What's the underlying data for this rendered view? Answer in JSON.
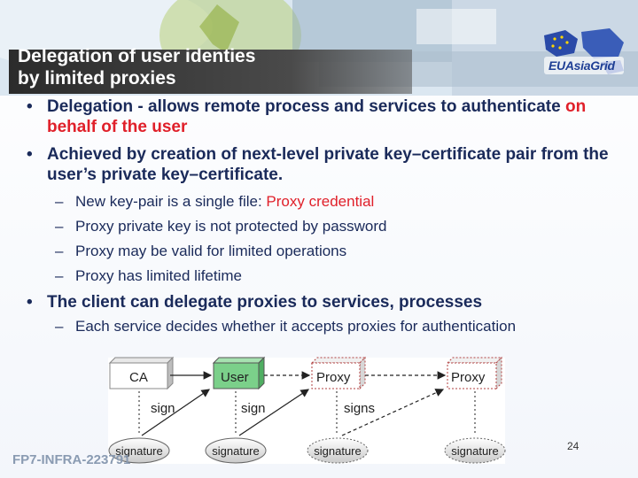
{
  "slide": {
    "title": "Delegation of user identies\nby limited proxies",
    "logo_text": "EUAsiaGrid",
    "bullets": [
      {
        "pre": "Delegation - allows remote process and services to authenticate ",
        "hl": "on behalf of the user"
      },
      {
        "text": "Achieved by creation of next-level private key–certificate pair from the user’s private key–certificate."
      },
      {
        "text": "The client can delegate proxies to services, processes"
      }
    ],
    "sub1": [
      {
        "pre": "New key-pair is a single file: ",
        "hl": "Proxy credential"
      },
      {
        "text": "Proxy private key is not protected by password"
      },
      {
        "text": "Proxy may be valid for limited operations"
      },
      {
        "text": "Proxy has limited lifetime"
      }
    ],
    "sub2": [
      {
        "text": "Each service decides whether it accepts proxies for authentication"
      }
    ],
    "bullet_glyph": "•",
    "dash_glyph": "–",
    "footer": "FP7-INFRA-223791",
    "page_number": "24"
  },
  "diagram": {
    "nodes": [
      "CA",
      "User",
      "Proxy",
      "Proxy"
    ],
    "edge_labels": [
      "sign",
      "sign",
      "signs"
    ],
    "signature_label": "signature"
  },
  "colors": {
    "accent": "#e0202a",
    "text": "#1a2a5a",
    "node_green": "#7bd08a"
  }
}
